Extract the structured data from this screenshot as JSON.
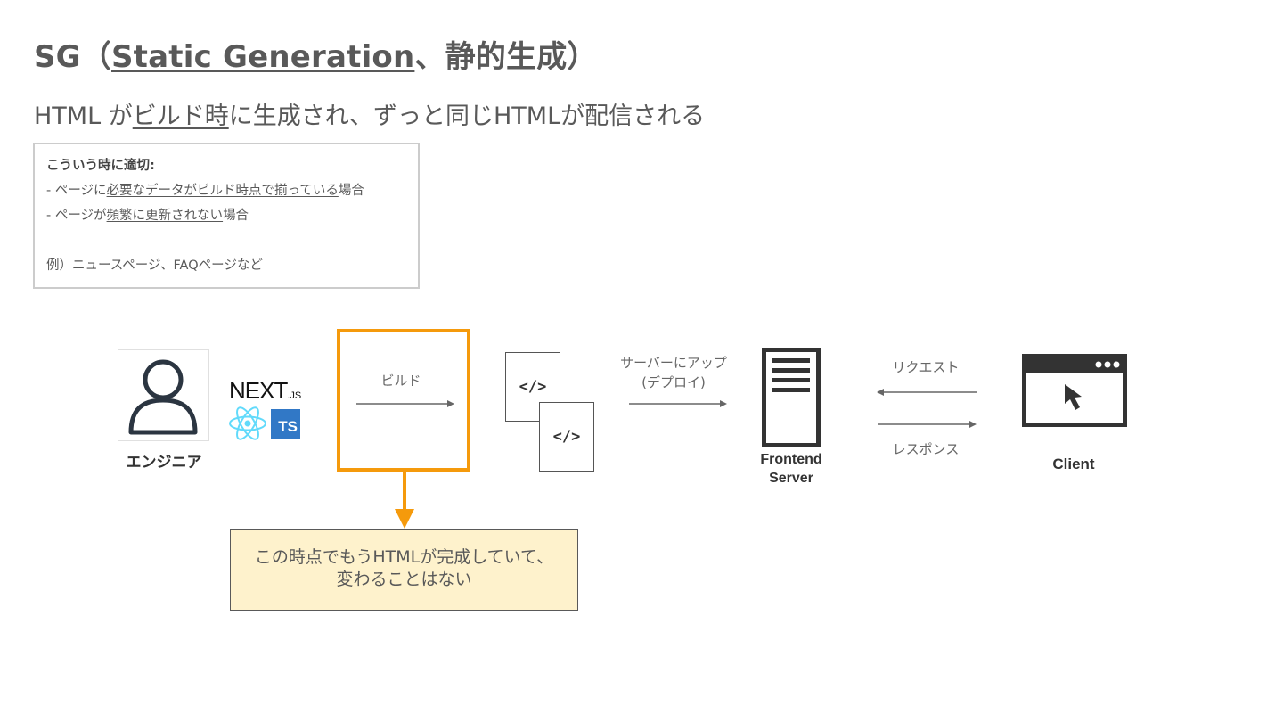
{
  "title": {
    "prefix": "SG（",
    "link": "Static Generation",
    "suffix": "、静的生成）"
  },
  "subtitle": {
    "part1": "HTML が",
    "underlined": "ビルド時",
    "part2": "に生成され、ずっと同じHTMLが配信される"
  },
  "info_box": {
    "heading": "こういう時に適切:",
    "item1": {
      "prefix": "- ページに",
      "underlined": "必要なデータがビルド時点で揃っている",
      "suffix": "場合"
    },
    "item2": {
      "prefix": "- ページが",
      "underlined": "頻繁に更新されない",
      "suffix": "場合"
    },
    "example": "例）ニュースページ、FAQページなど"
  },
  "diagram": {
    "engineer_label": "エンジニア",
    "logo_next": "NEXT",
    "logo_next_suffix": ".JS",
    "logo_ts": "TS",
    "build_label": "ビルド",
    "code_symbol": "</>",
    "deploy_line1": "サーバーにアップ",
    "deploy_line2": "(デプロイ)",
    "server_line1": "Frontend",
    "server_line2": "Server",
    "request_label": "リクエスト",
    "response_label": "レスポンス",
    "client_label": "Client",
    "callout_line1": "この時点でもうHTMLが完成していて、",
    "callout_line2": "変わることはない"
  },
  "colors": {
    "accent_orange": "#f59a0c",
    "callout_fill": "#fef2cc",
    "text_gray": "#595959",
    "react_blue": "#61dafb",
    "ts_blue": "#3178c6"
  }
}
